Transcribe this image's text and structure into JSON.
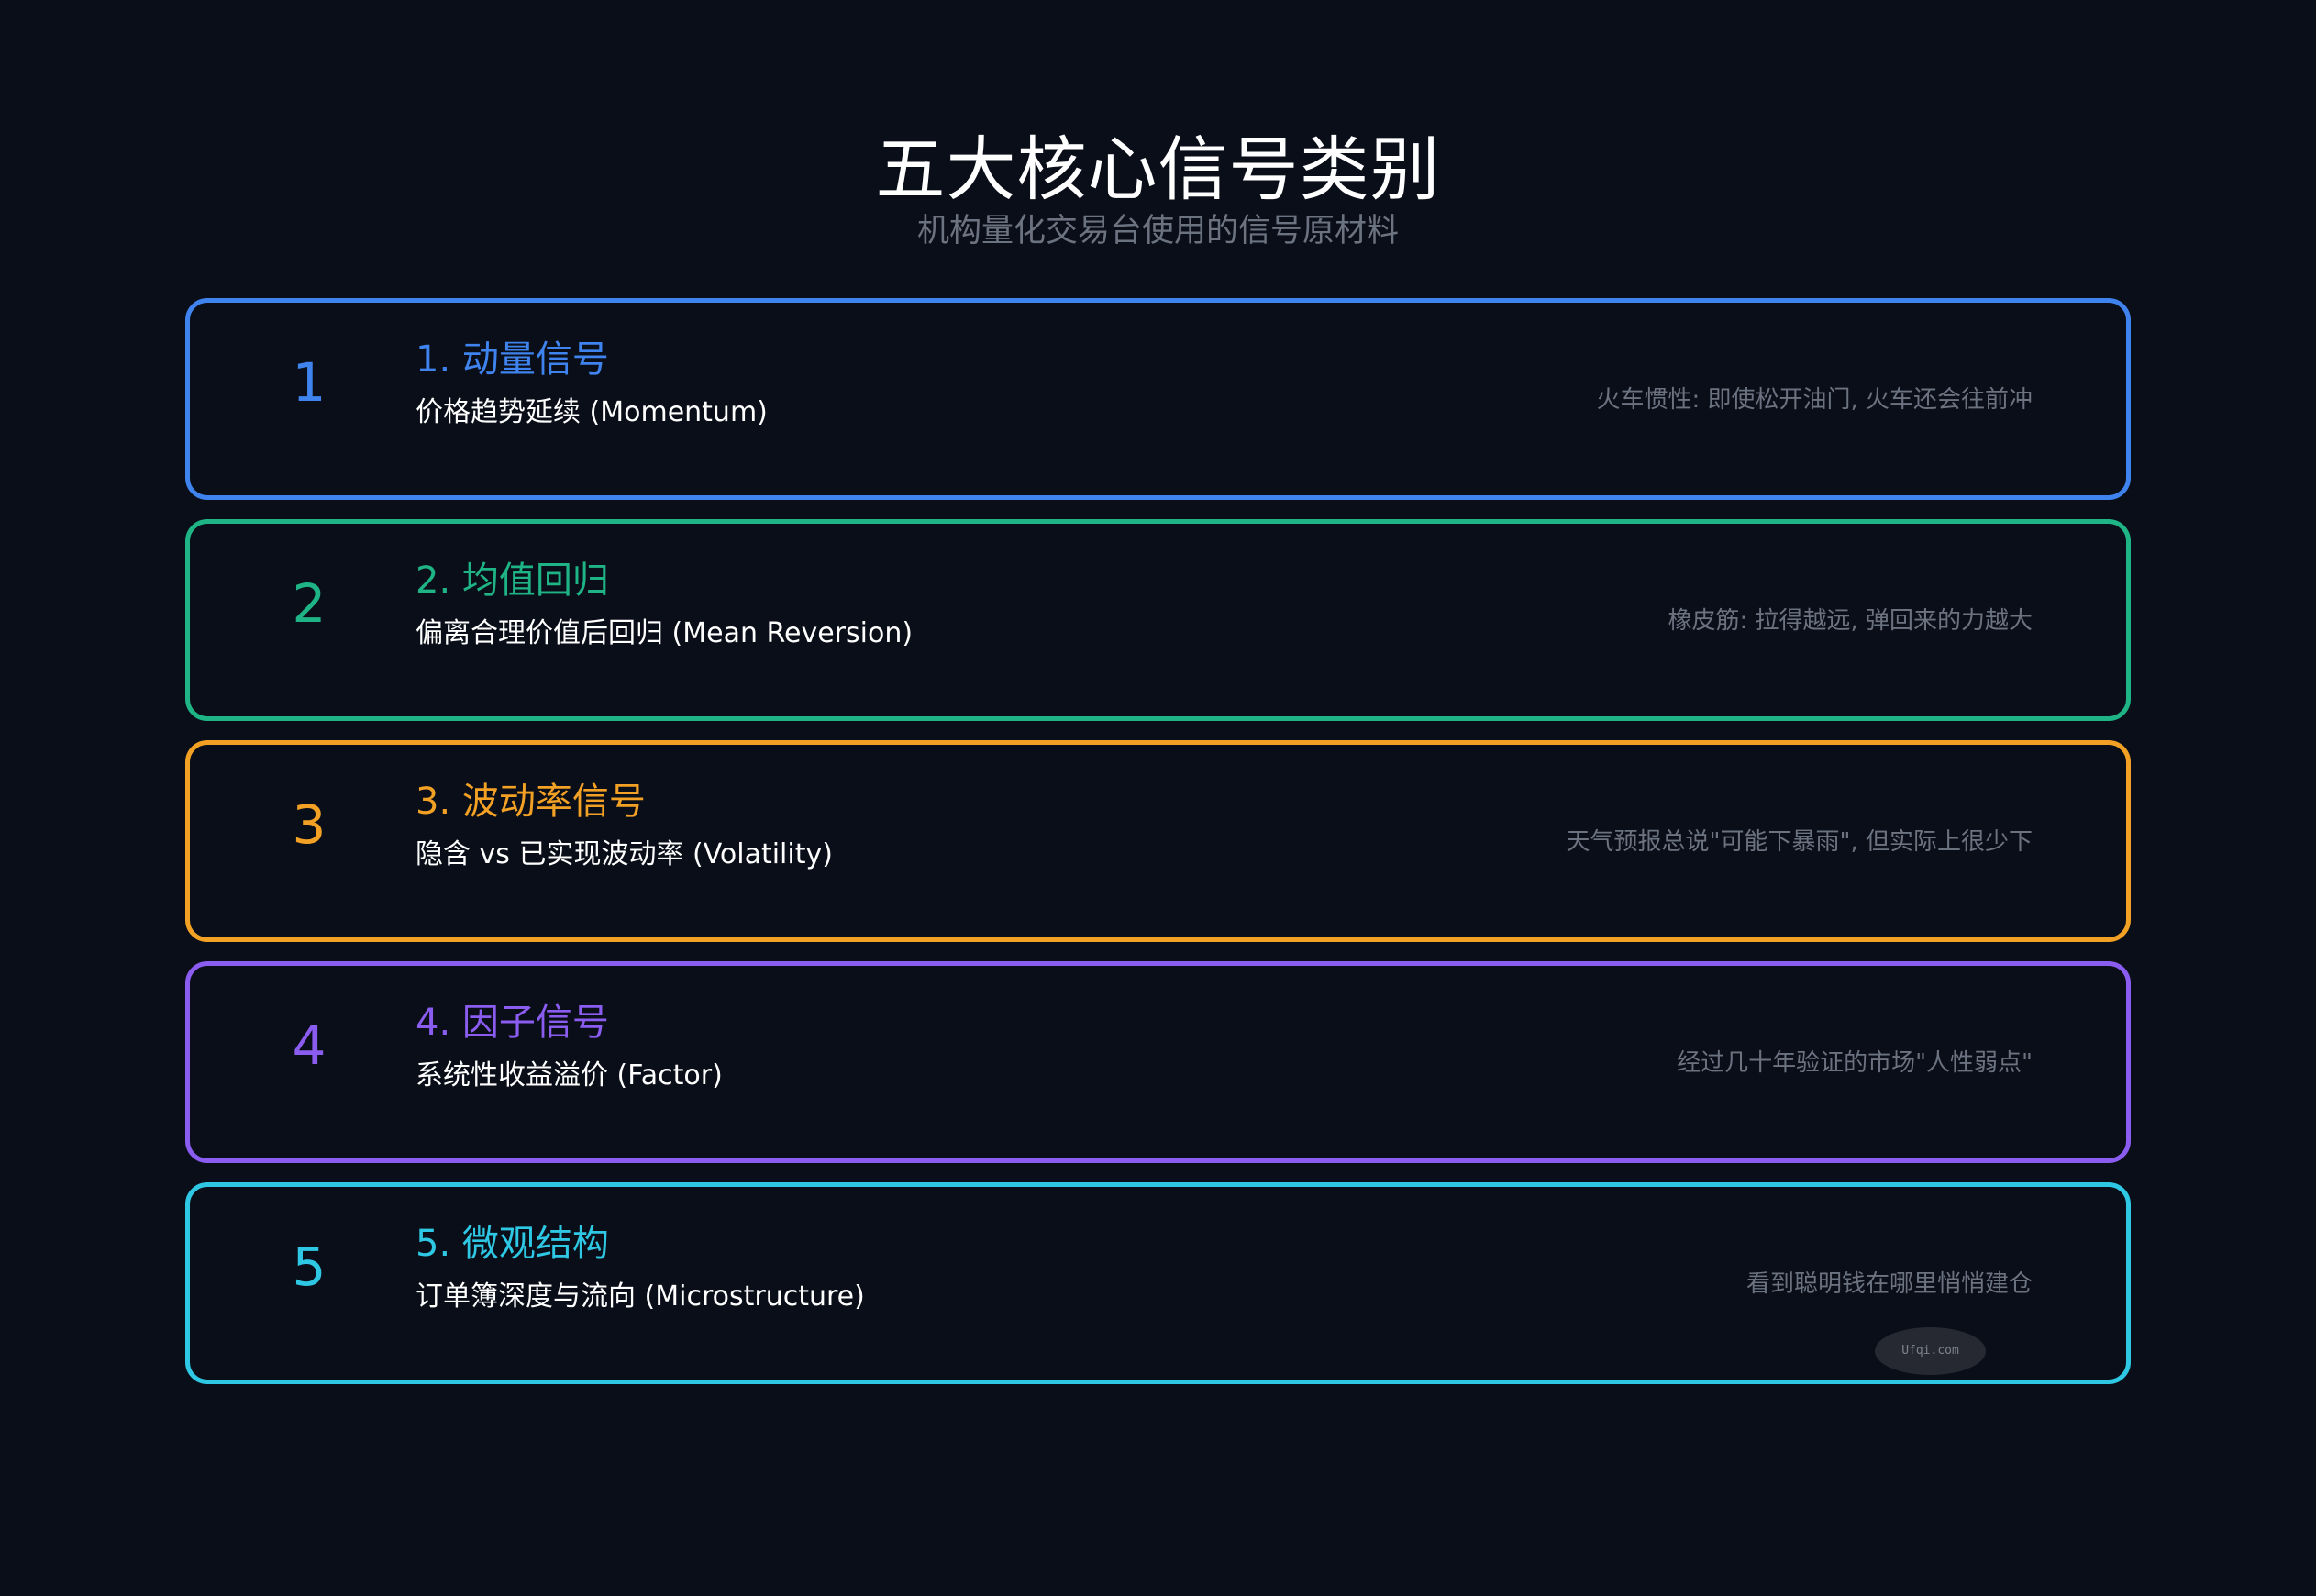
{
  "header": {
    "title": "五大核心信号类别",
    "subtitle": "机构量化交易台使用的信号原材料"
  },
  "cards": [
    {
      "number": "1",
      "title": "1. 动量信号",
      "description": "价格趋势延续 (Momentum)",
      "note": "火车惯性: 即使松开油门, 火车还会往前冲",
      "color": "#3f83ee"
    },
    {
      "number": "2",
      "title": "2. 均值回归",
      "description": "偏离合理价值后回归 (Mean Reversion)",
      "note": "橡皮筋: 拉得越远, 弹回来的力越大",
      "color": "#1fb486"
    },
    {
      "number": "3",
      "title": "3. 波动率信号",
      "description": "隐含 vs 已实现波动率 (Volatility)",
      "note": "天气预报总说\"可能下暴雨\", 但实际上很少下",
      "color": "#f2a124"
    },
    {
      "number": "4",
      "title": "4. 因子信号",
      "description": "系统性收益溢价 (Factor)",
      "note": "经过几十年验证的市场\"人性弱点\"",
      "color": "#8b5cf0"
    },
    {
      "number": "5",
      "title": "5. 微观结构",
      "description": "订单簿深度与流向 (Microstructure)",
      "note": "看到聪明钱在哪里悄悄建仓",
      "color": "#2ec7e4"
    }
  ],
  "watermark": {
    "text": "Ufqi.com"
  },
  "colors": {
    "background": "#0a0e18",
    "title": "#ffffff",
    "subtitle": "#6b7280",
    "note": "#6b7280"
  }
}
